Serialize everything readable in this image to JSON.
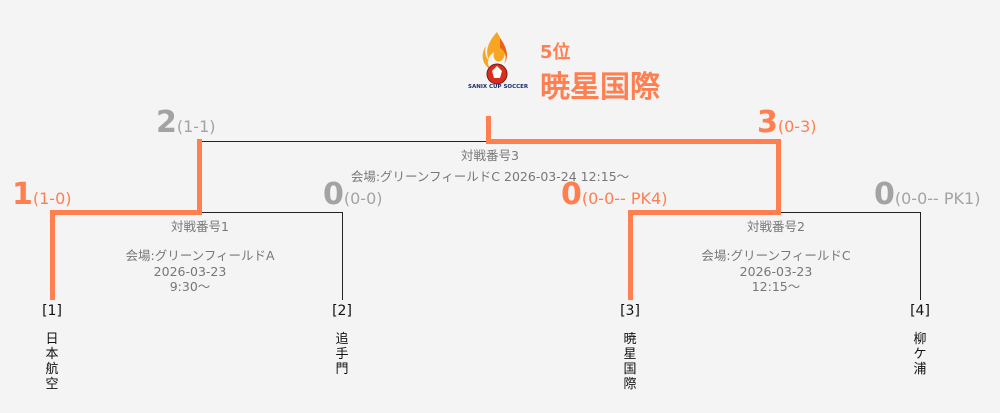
{
  "logo": {
    "text": "SANIX CUP SOCCER",
    "icon": "sanix-cup-flame-ball-logo"
  },
  "champion": {
    "rank_label": "5位",
    "name": "暁星国際"
  },
  "final": {
    "left_score": "2",
    "left_detail": "(1-1)",
    "right_score": "3",
    "right_detail": "(0-3)",
    "match_label": "対戦番号3",
    "info": "会場:グリーンフィールドC 2026-03-24 12:15〜"
  },
  "semi1": {
    "left_score": "1",
    "left_detail": "(1-0)",
    "right_score": "0",
    "right_detail": "(0-0)",
    "match_label": "対戦番号1",
    "venue": "会場:グリーンフィールドA",
    "date": "2026-03-23",
    "time": "9:30〜"
  },
  "semi2": {
    "left_score": "0",
    "left_detail": "(0-0-- PK4)",
    "right_score": "0",
    "right_detail": "(0-0-- PK1)",
    "match_label": "対戦番号2",
    "venue": "会場:グリーンフィールドC",
    "date": "2026-03-23",
    "time": "12:15〜"
  },
  "teams": [
    {
      "slot": "[1]",
      "name": "日本航空"
    },
    {
      "slot": "[2]",
      "name": "追手門"
    },
    {
      "slot": "[3]",
      "name": "暁星国際"
    },
    {
      "slot": "[4]",
      "name": "柳ケ浦"
    }
  ],
  "colors": {
    "winner": "#ff7f50",
    "loser": "#a3a3a3",
    "background": "#f4f4f4"
  }
}
